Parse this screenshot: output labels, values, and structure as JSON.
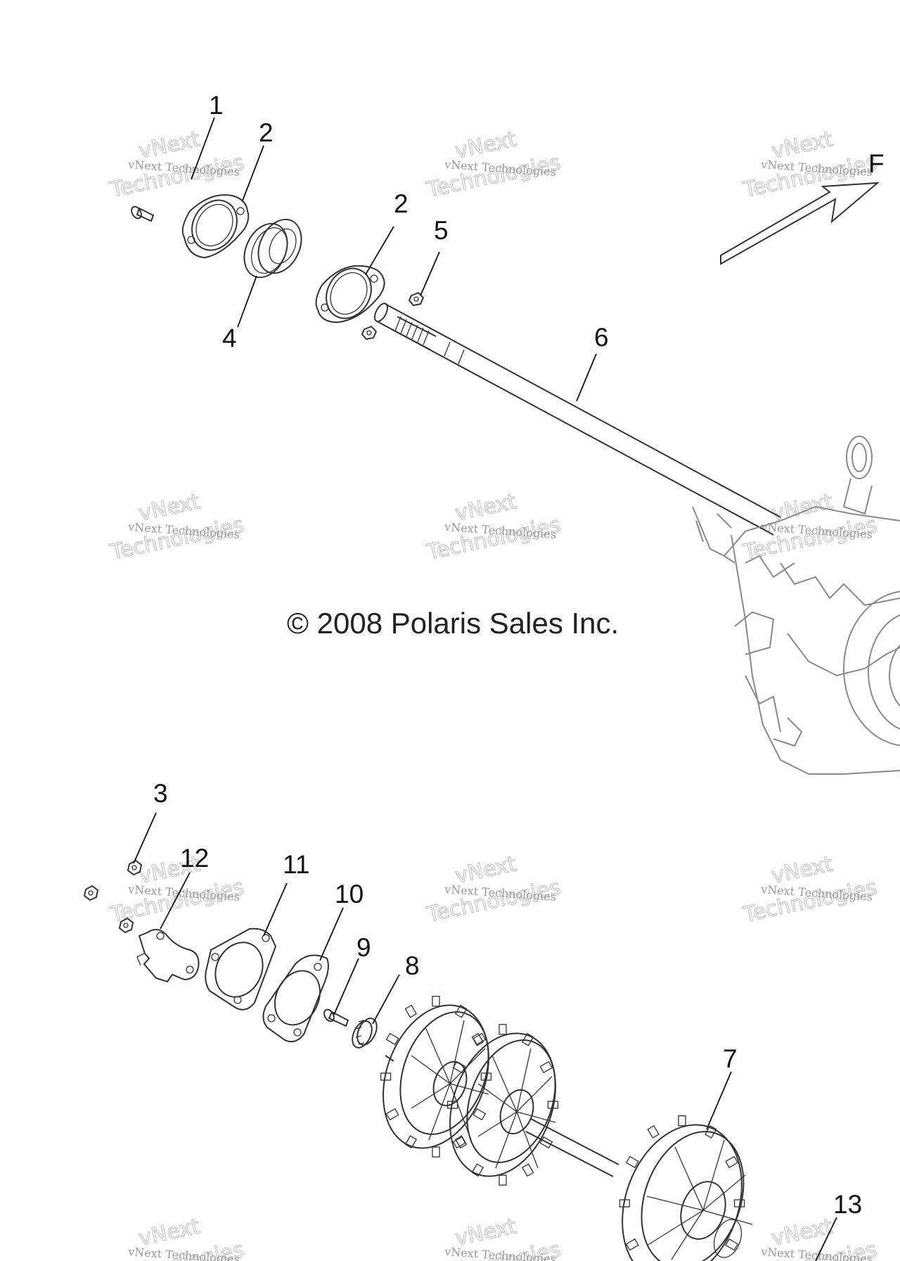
{
  "diagram": {
    "copyright": "© 2008 Polaris Sales Inc.",
    "arrow_label_fragment": "F",
    "watermark_line1": "vNext Technologies",
    "watermark_line2": "Technologies",
    "watermark_arc": "vNext",
    "callouts": [
      {
        "id": "c1",
        "label": "1"
      },
      {
        "id": "c2a",
        "label": "2"
      },
      {
        "id": "c2b",
        "label": "2"
      },
      {
        "id": "c3",
        "label": "3"
      },
      {
        "id": "c4",
        "label": "4"
      },
      {
        "id": "c5",
        "label": "5"
      },
      {
        "id": "c6",
        "label": "6"
      },
      {
        "id": "c7",
        "label": "7"
      },
      {
        "id": "c8",
        "label": "8"
      },
      {
        "id": "c9",
        "label": "9"
      },
      {
        "id": "c10",
        "label": "10"
      },
      {
        "id": "c11",
        "label": "11"
      },
      {
        "id": "c12",
        "label": "12"
      },
      {
        "id": "c13",
        "label": "13"
      }
    ]
  }
}
